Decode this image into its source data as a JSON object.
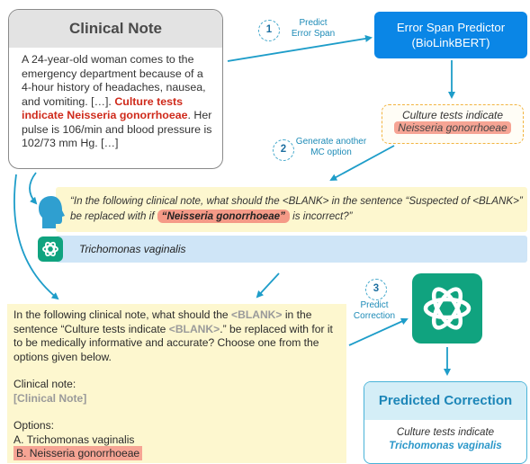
{
  "clinical_note": {
    "title": "Clinical Note",
    "text_before": "A 24-year-old woman comes to the emergency department because of a 4-hour history of headaches, nausea, and vomiting. […]. ",
    "highlight": "Culture tests indicate Neisseria gonorrhoeae",
    "text_after": ". Her pulse is 106/min and blood pressure is 102/73 mm Hg. […]"
  },
  "steps": [
    {
      "number": "1",
      "label_line1": "Predict",
      "label_line2": "Error Span"
    },
    {
      "number": "2",
      "label_line1": "Generate another",
      "label_line2": "MC option"
    },
    {
      "number": "3",
      "label_line1": "Predict",
      "label_line2": "Correction"
    }
  ],
  "predictor": {
    "line1": "Error Span Predictor",
    "line2": "(BioLinkBERT)"
  },
  "span_box": {
    "line1": "Culture tests indicate",
    "highlight": "Neisseria gonorrhoeae"
  },
  "question": {
    "before": "“In the following clinical note, what should the <BLANK> in the sentence “Suspected of <BLANK>” be replaced with if ",
    "highlight": "“Neisseria gonorrhoeae”",
    "after": " is incorrect?”"
  },
  "answer": {
    "text": "Trichomonas vaginalis"
  },
  "prompt": {
    "p1_a": "In the following clinical note, what should the ",
    "blank": "<BLANK>",
    "p1_b": " in the sentence “Culture tests indicate ",
    "p1_c": ".” be replaced with for it to be medically informative and accurate? Choose one from the options given below.",
    "note_label": "Clinical note:",
    "note_placeholder": "[Clinical Note]",
    "options_label": "Options:",
    "option_a": "A. Trichomonas vaginalis",
    "option_b": "B. Neisseria gonorrhoeae"
  },
  "correction": {
    "title": "Predicted Correction",
    "line1": "Culture tests indicate",
    "line2": "Trichomonas vaginalis"
  },
  "colors": {
    "predictor": "#0a86e6",
    "highlight": "#f6a494",
    "arrow": "#1e9dc9",
    "openai_green": "#10a37f"
  },
  "icons": [
    "user-head-icon",
    "openai-logo-icon"
  ]
}
